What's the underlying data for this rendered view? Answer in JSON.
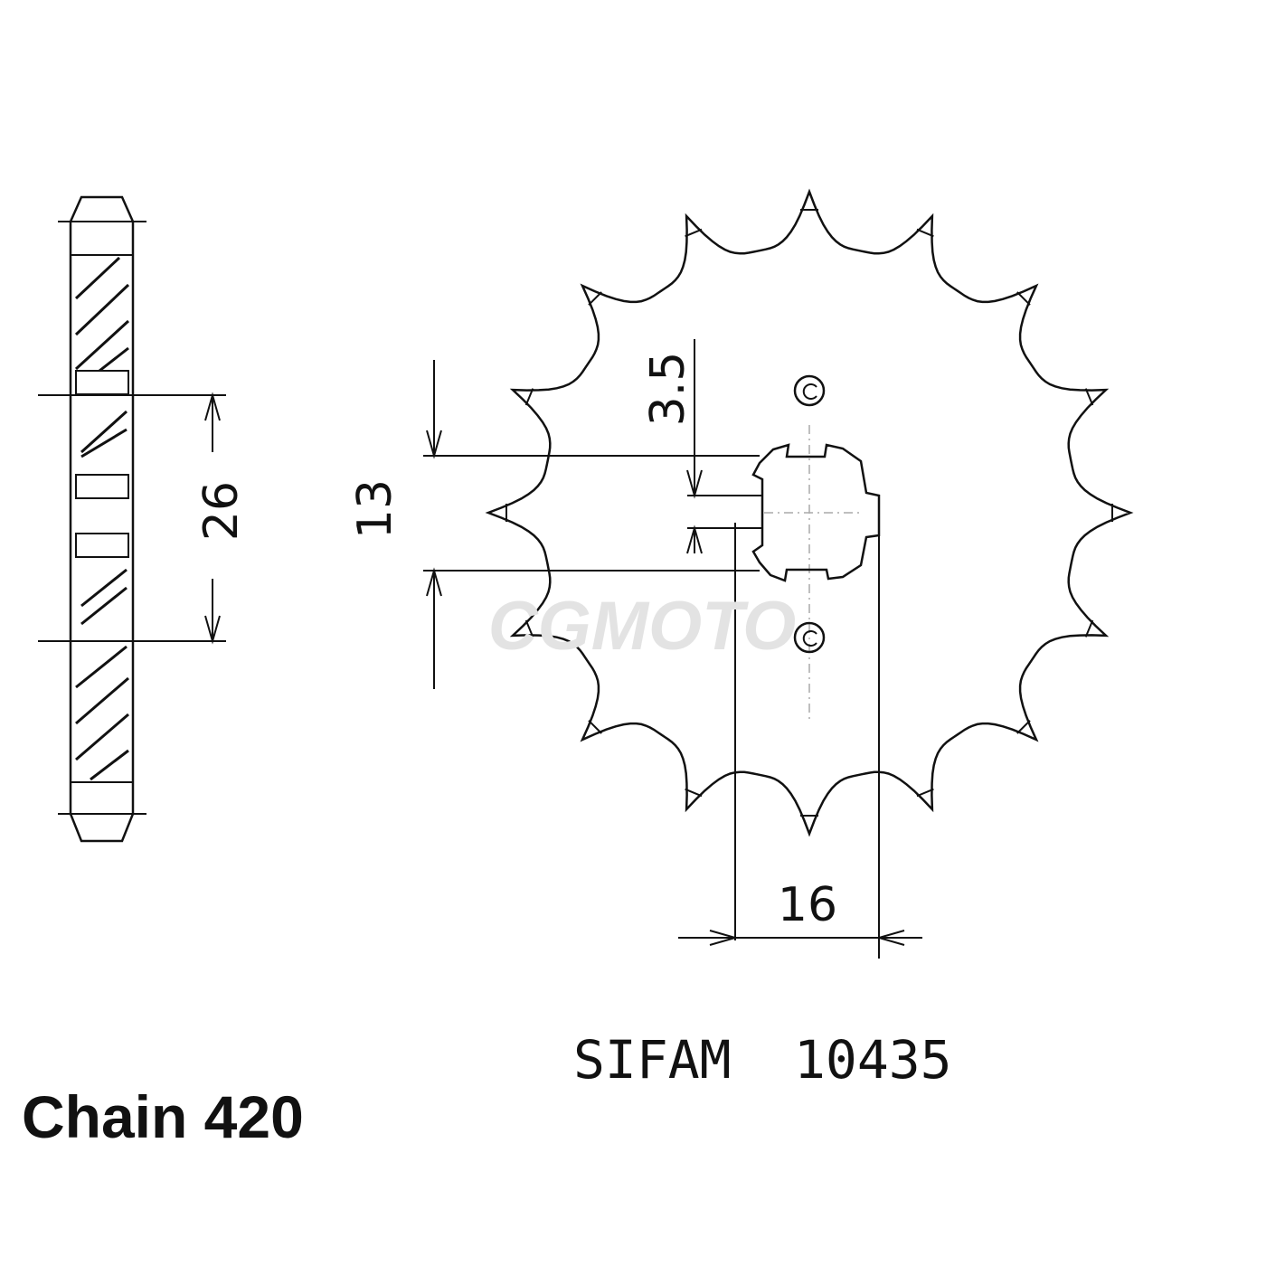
{
  "dimensions": {
    "hub_thickness": "26",
    "shaft_spline_height": "13",
    "spline_depth": "3.5",
    "shaft_width": "16"
  },
  "reference": {
    "brand": "SIFAM",
    "part_number": "10435"
  },
  "chain": {
    "label": "Chain 420"
  },
  "sprocket": {
    "teeth": 16,
    "bolt_holes": 2
  },
  "watermark": "CGMOTO"
}
